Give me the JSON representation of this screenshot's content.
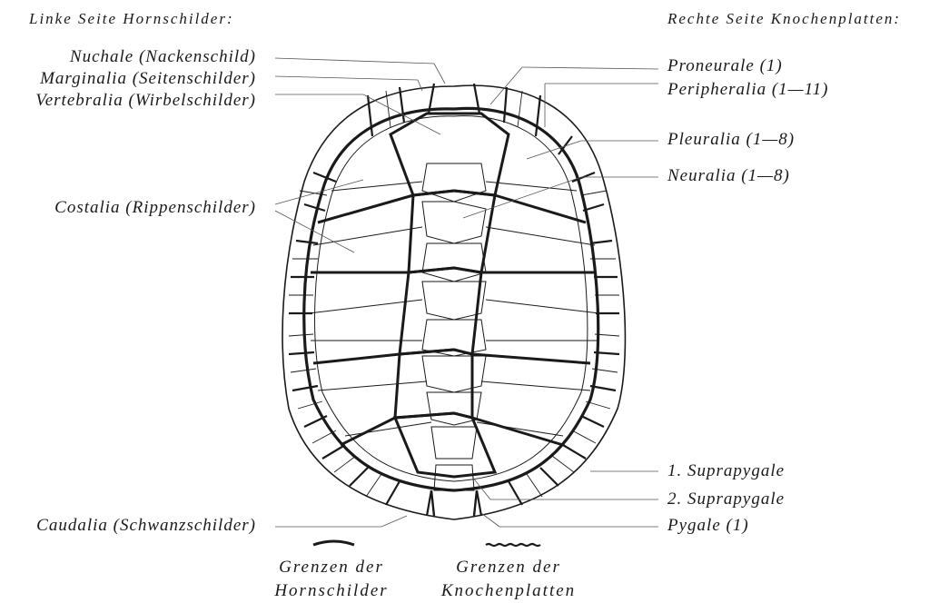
{
  "headers": {
    "left": "Linke Seite Hornschilder:",
    "right": "Rechte Seite Knochenplatten:"
  },
  "left_labels": [
    "Nuchale (Nackenschild)",
    "Marginalia (Seitenschilder)",
    "Vertebralia (Wirbelschilder)",
    "Costalia (Rippenschilder)",
    "Caudalia (Schwanzschilder)"
  ],
  "right_labels": [
    "Proneurale (1)",
    "Peripheralia (1—11)",
    "Pleuralia (1—8)",
    "Neuralia (1—8)",
    "1. Suprapygale",
    "2. Suprapygale",
    "Pygale (1)"
  ],
  "legend": {
    "horn": [
      "Grenzen der",
      "Hornschilder"
    ],
    "bone": [
      "Grenzen der",
      "Knochenplatten"
    ]
  },
  "colors": {
    "ink": "#1a1a1a",
    "paper": "#ffffff"
  }
}
